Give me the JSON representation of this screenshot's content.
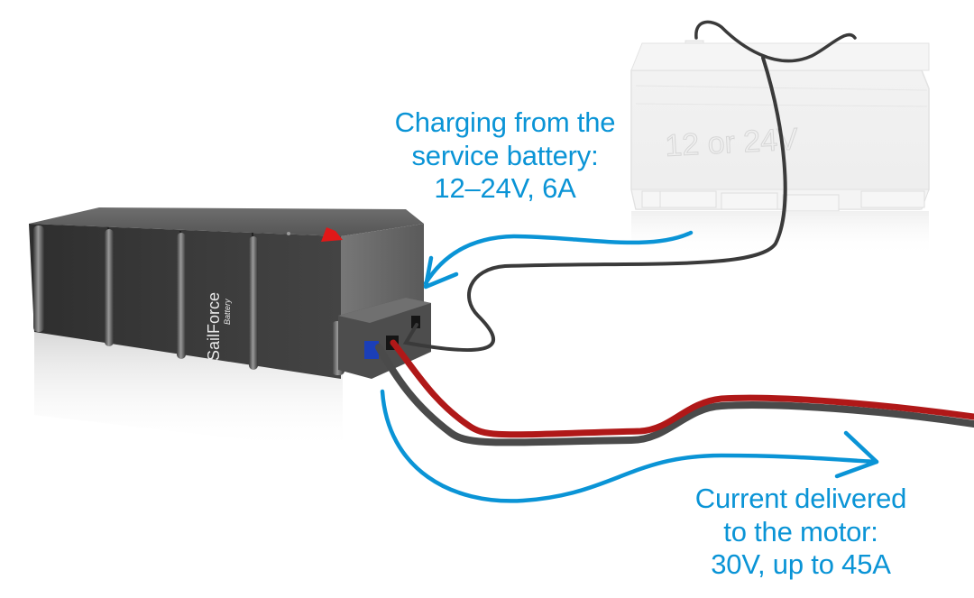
{
  "diagram": {
    "accent_color": "#0a94d6",
    "product": {
      "brand": "SailForce",
      "subbrand": "Battery"
    },
    "service_battery": {
      "embossed_text": "12 or 24V"
    },
    "annotations": {
      "charging": {
        "lines": [
          "Charging from the",
          "service battery:",
          "12–24V, 6A"
        ]
      },
      "motor": {
        "lines": [
          "Current delivered",
          "to the motor:",
          "30V, up to 45A"
        ]
      }
    },
    "cables": {
      "charge_cable_color": "#3a3a3a",
      "power_positive_color": "#b01818",
      "power_negative_color": "#4a4a4a"
    }
  }
}
